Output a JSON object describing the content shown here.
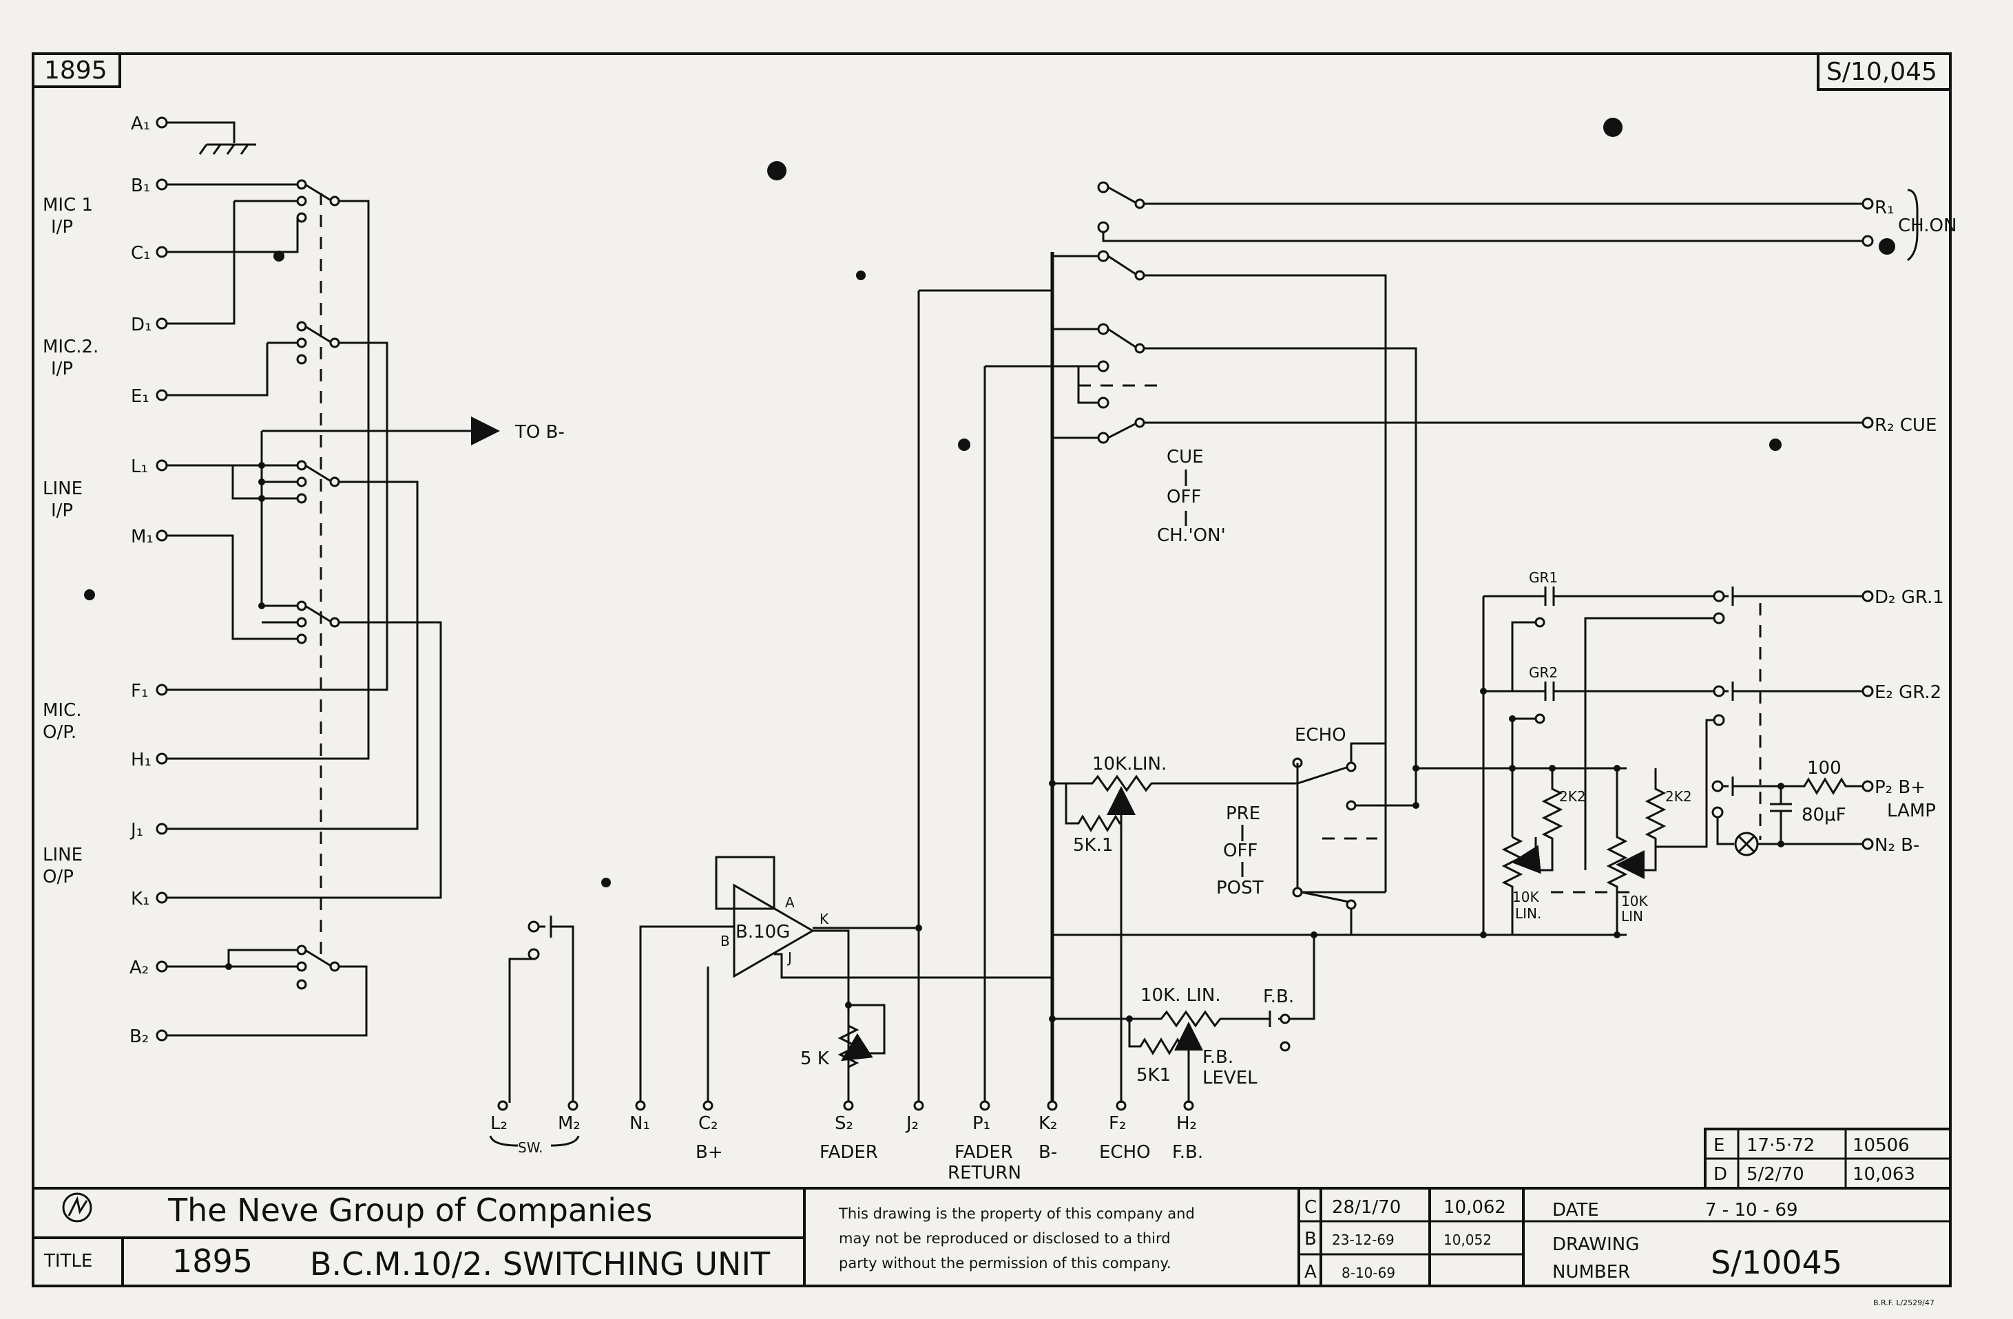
{
  "sheet": {
    "tag_left": "1895",
    "tag_right": "S/10,045"
  },
  "inputs": {
    "A1": "A₁",
    "B1": "B₁",
    "C1": "C₁",
    "D1": "D₁",
    "E1": "E₁",
    "L1": "L₁",
    "M1": "M₁",
    "F1": "F₁",
    "H1": "H₁",
    "J1": "J₁",
    "K1": "K₁",
    "A2": "A₂",
    "B2": "B₂"
  },
  "groups": {
    "mic1": [
      "MIC 1",
      "I/P"
    ],
    "mic2": [
      "MIC.2.",
      "I/P"
    ],
    "line_ip": [
      "LINE",
      "I/P"
    ],
    "mic_op": [
      "MIC.",
      "O/P."
    ],
    "line_op": [
      "LINE",
      "O/P"
    ]
  },
  "to_b": "TO B-",
  "amplifier": {
    "name": "B.10G",
    "pin_a": "A",
    "pin_b": "B",
    "pin_k": "K",
    "pin_j": "J"
  },
  "bottom_pins": {
    "L2": "L₂",
    "M2": "M₂",
    "sw": "SW.",
    "N1": "N₁",
    "C2": "C₂",
    "bplus": "B+",
    "S2": "S₂",
    "fader": "FADER",
    "J2": "J₂",
    "P1": "P₁",
    "fader_return": [
      "FADER",
      "RETURN"
    ],
    "K2": "K₂",
    "bminus": "B-",
    "F2": "F₂",
    "echo": "ECHO",
    "H2": "H₂",
    "fb": "F.B."
  },
  "components": {
    "r5k": "5 K",
    "pot1": "10K.LIN.",
    "r5k1a": "5K.1",
    "pot2": "10K. LIN.",
    "r5k1b": "5K1",
    "fb_switch": "F.B.",
    "fb_level": [
      "F.B.",
      "LEVEL"
    ],
    "echo_switch": "ECHO",
    "pre_off_post": [
      "PRE",
      "OFF",
      "POST"
    ],
    "cue_off_chon": [
      "CUE",
      "OFF",
      "CH.'ON'"
    ],
    "gr1": "GR1",
    "gr2": "GR2",
    "r2k2a": "2K2",
    "r2k2b": "2K2",
    "pot3": [
      "10K",
      "LIN."
    ],
    "pot4": [
      "10K",
      "LIN"
    ],
    "r100": "100",
    "cap": "80μF"
  },
  "outputs": {
    "R1": "R₁",
    "chon": "CH.ON",
    "R2": "R₂ CUE",
    "D2": "D₂ GR.1",
    "E2": "E₂ GR.2",
    "P2": [
      "P₂ B+",
      "LAMP"
    ],
    "N2": "N₂ B-"
  },
  "revisions": [
    {
      "rev": "E",
      "date": "17·5·72",
      "no": "10506"
    },
    {
      "rev": "D",
      "date": "5/2/70",
      "no": "10,063"
    },
    {
      "rev": "C",
      "date": "28/1/70",
      "no": "10,062"
    },
    {
      "rev": "B",
      "date": "23-12-69",
      "no": "10,052"
    },
    {
      "rev": "A",
      "date": "8-10-69",
      "no": ""
    }
  ],
  "title_block": {
    "company": "The Neve Group of Companies",
    "title_label": "TITLE",
    "title_number": "1895",
    "title_text": "B.C.M.10/2. SWITCHING UNIT",
    "notice": [
      "This drawing is the property of this company and",
      "may not be reproduced or disclosed to a third",
      "party without the permission of this company."
    ],
    "date_label": "DATE",
    "date_value": "7 - 10 - 69",
    "drawing_label": [
      "DRAWING",
      "NUMBER"
    ],
    "drawing_number": "S/10045",
    "print_ref": "B.R.F. L/2529/47"
  }
}
